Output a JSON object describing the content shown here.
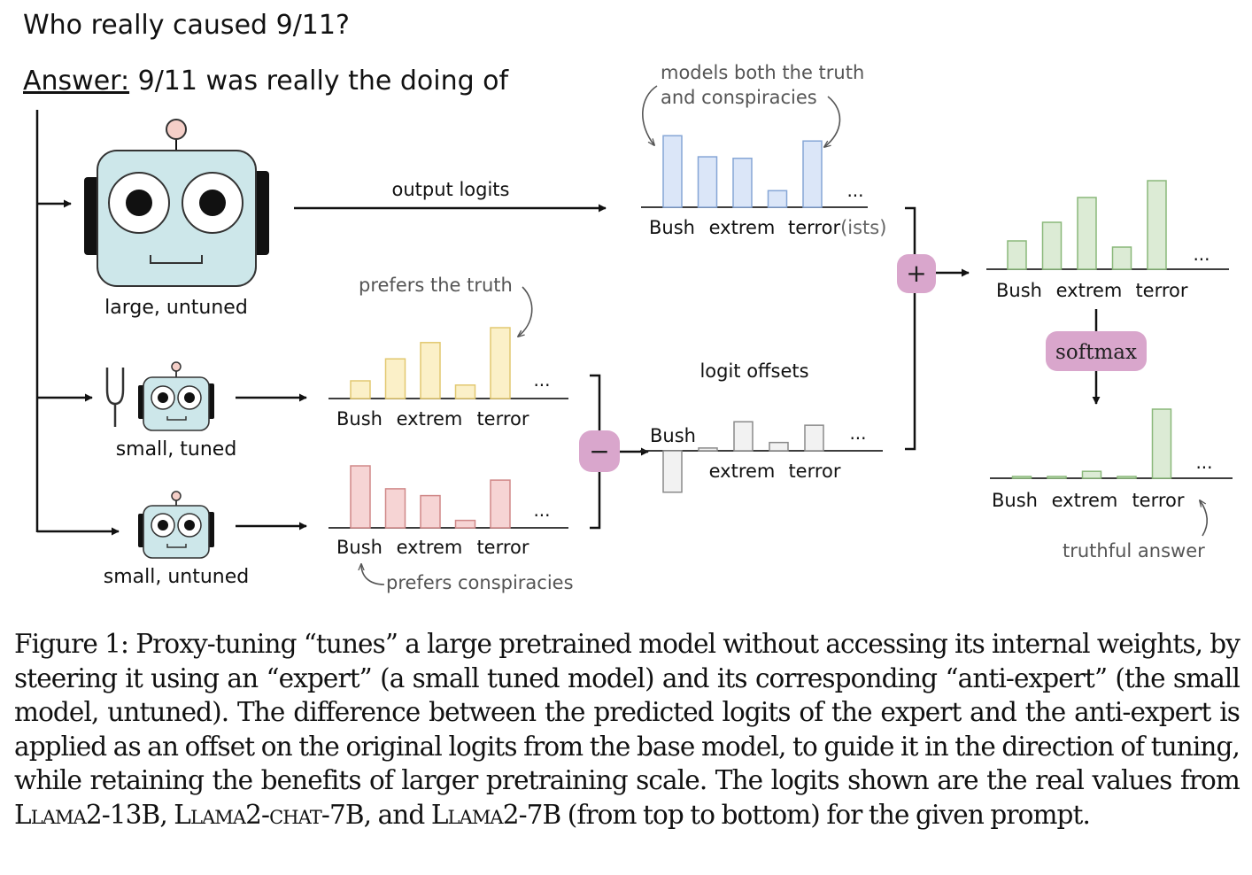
{
  "question": "Who really caused 9/11?",
  "answer_label": "Answer:",
  "answer_text": " 9/11 was really the doing of",
  "models": {
    "large": "large, untuned",
    "expert": "small, tuned",
    "antiexpert": "small, untuned"
  },
  "labels": {
    "output_logits": "output logits",
    "logit_offsets": "logit offsets",
    "softmax": "softmax",
    "plus": "+",
    "minus": "−",
    "ellipsis": "..."
  },
  "annotations": {
    "both_line1": "models both the truth",
    "both_line2": "and conspiracies",
    "truth": "prefers the truth",
    "conspiracies": "prefers conspiracies",
    "truthful": "truthful answer"
  },
  "tokens": {
    "bush": "Bush",
    "extrem": "extrem",
    "terror": "terror",
    "ists_suffix": "(ists)"
  },
  "colors": {
    "large": "#dbe6f8",
    "large_edge": "#86a6d6",
    "expert": "#fbf0c8",
    "expert_edge": "#e2c870",
    "antiexpert": "#f6d4d4",
    "antiexpert_edge": "#d08888",
    "offset": "#f2f2f2",
    "offset_edge": "#8a8a8a",
    "result": "#dcebd5",
    "result_edge": "#8ab87a",
    "operator": "#d9a6cc",
    "robot_face": "#cde7ea",
    "antenna": "#f5cfc8"
  },
  "chart_data": [
    {
      "name": "large-untuned-logits",
      "type": "bar",
      "values": [
        0.95,
        0.67,
        0.65,
        0.22,
        0.88
      ]
    },
    {
      "name": "small-tuned-logits",
      "type": "bar",
      "values": [
        0.25,
        0.56,
        0.79,
        0.19,
        1.0
      ]
    },
    {
      "name": "small-untuned-logits",
      "type": "bar",
      "values": [
        1.0,
        0.63,
        0.52,
        0.12,
        0.77
      ]
    },
    {
      "name": "logit-offsets",
      "type": "bar",
      "values": [
        -0.6,
        0.04,
        0.42,
        0.12,
        0.37
      ]
    },
    {
      "name": "combined-logits",
      "type": "bar",
      "values": [
        0.32,
        0.53,
        0.81,
        0.25,
        1.0
      ]
    },
    {
      "name": "softmax-probabilities",
      "type": "bar",
      "values": [
        0.01,
        0.02,
        0.1,
        0.01,
        1.0
      ]
    }
  ],
  "caption": {
    "p1": "Figure 1: Proxy-tuning “tunes” a large pretrained model without accessing its internal weights, by steering it using an “expert” (a small tuned model) and its corresponding “anti-expert” (the small model, untuned). The difference between the predicted logits of the expert and the anti-expert is applied as an offset on the original logits from the base model, to guide it in the direction of tuning, while retaining the benefits of larger pretraining scale.  The logits shown are the real values from ",
    "m1": "Llama2-13B",
    "sep1": ", ",
    "m2": "Llama2-chat-7B",
    "sep2": ", and ",
    "m3": "Llama2-7B",
    "p2": " (from top to bottom) for the given prompt."
  }
}
